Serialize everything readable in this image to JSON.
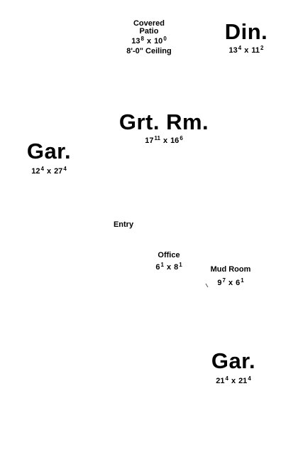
{
  "rooms": {
    "patio": {
      "name_line1": "Covered",
      "name_line2": "Patio",
      "w": "13",
      "w_sup": "8",
      "d": "10",
      "d_sup": "0",
      "note": "8'-0\" Ceiling"
    },
    "dining": {
      "name": "Din.",
      "w": "13",
      "w_sup": "4",
      "d": "11",
      "d_sup": "2"
    },
    "great_room": {
      "name": "Grt. Rm.",
      "w": "17",
      "w_sup": "11",
      "d": "16",
      "d_sup": "6"
    },
    "garage_left": {
      "name": "Gar.",
      "w": "12",
      "w_sup": "4",
      "d": "27",
      "d_sup": "4"
    },
    "entry": {
      "name": "Entry"
    },
    "office": {
      "name": "Office",
      "w": "6",
      "w_sup": "1",
      "d": "8",
      "d_sup": "1"
    },
    "mud_room": {
      "name": "Mud Room",
      "w": "9",
      "w_sup": "7",
      "d": "6",
      "d_sup": "1"
    },
    "garage_right": {
      "name": "Gar.",
      "w": "21",
      "w_sup": "4",
      "d": "21",
      "d_sup": "4"
    }
  }
}
